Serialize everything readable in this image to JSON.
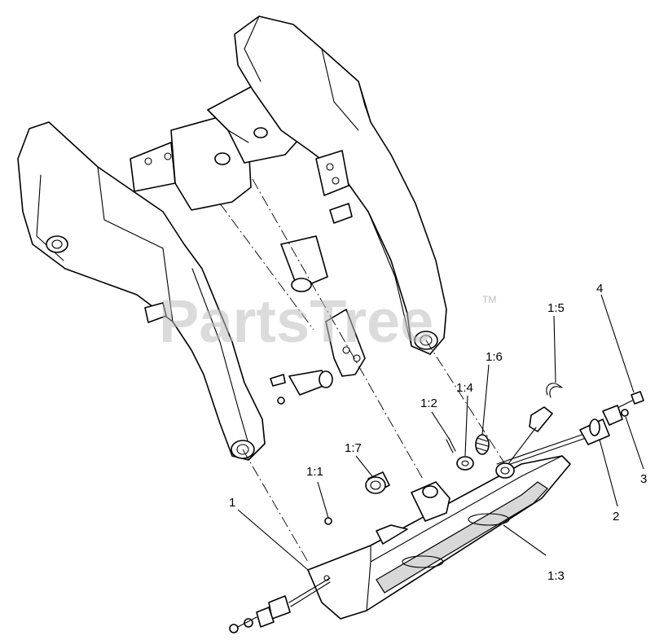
{
  "watermark": {
    "text": "PartsTree",
    "trademark": "TM"
  },
  "callouts": {
    "c1": "1",
    "c1_1": "1:1",
    "c1_2": "1:2",
    "c1_3": "1:3",
    "c1_4": "1:4",
    "c1_5": "1:5",
    "c1_6": "1:6",
    "c1_7": "1:7",
    "c2": "2",
    "c3": "3",
    "c4": "4"
  }
}
